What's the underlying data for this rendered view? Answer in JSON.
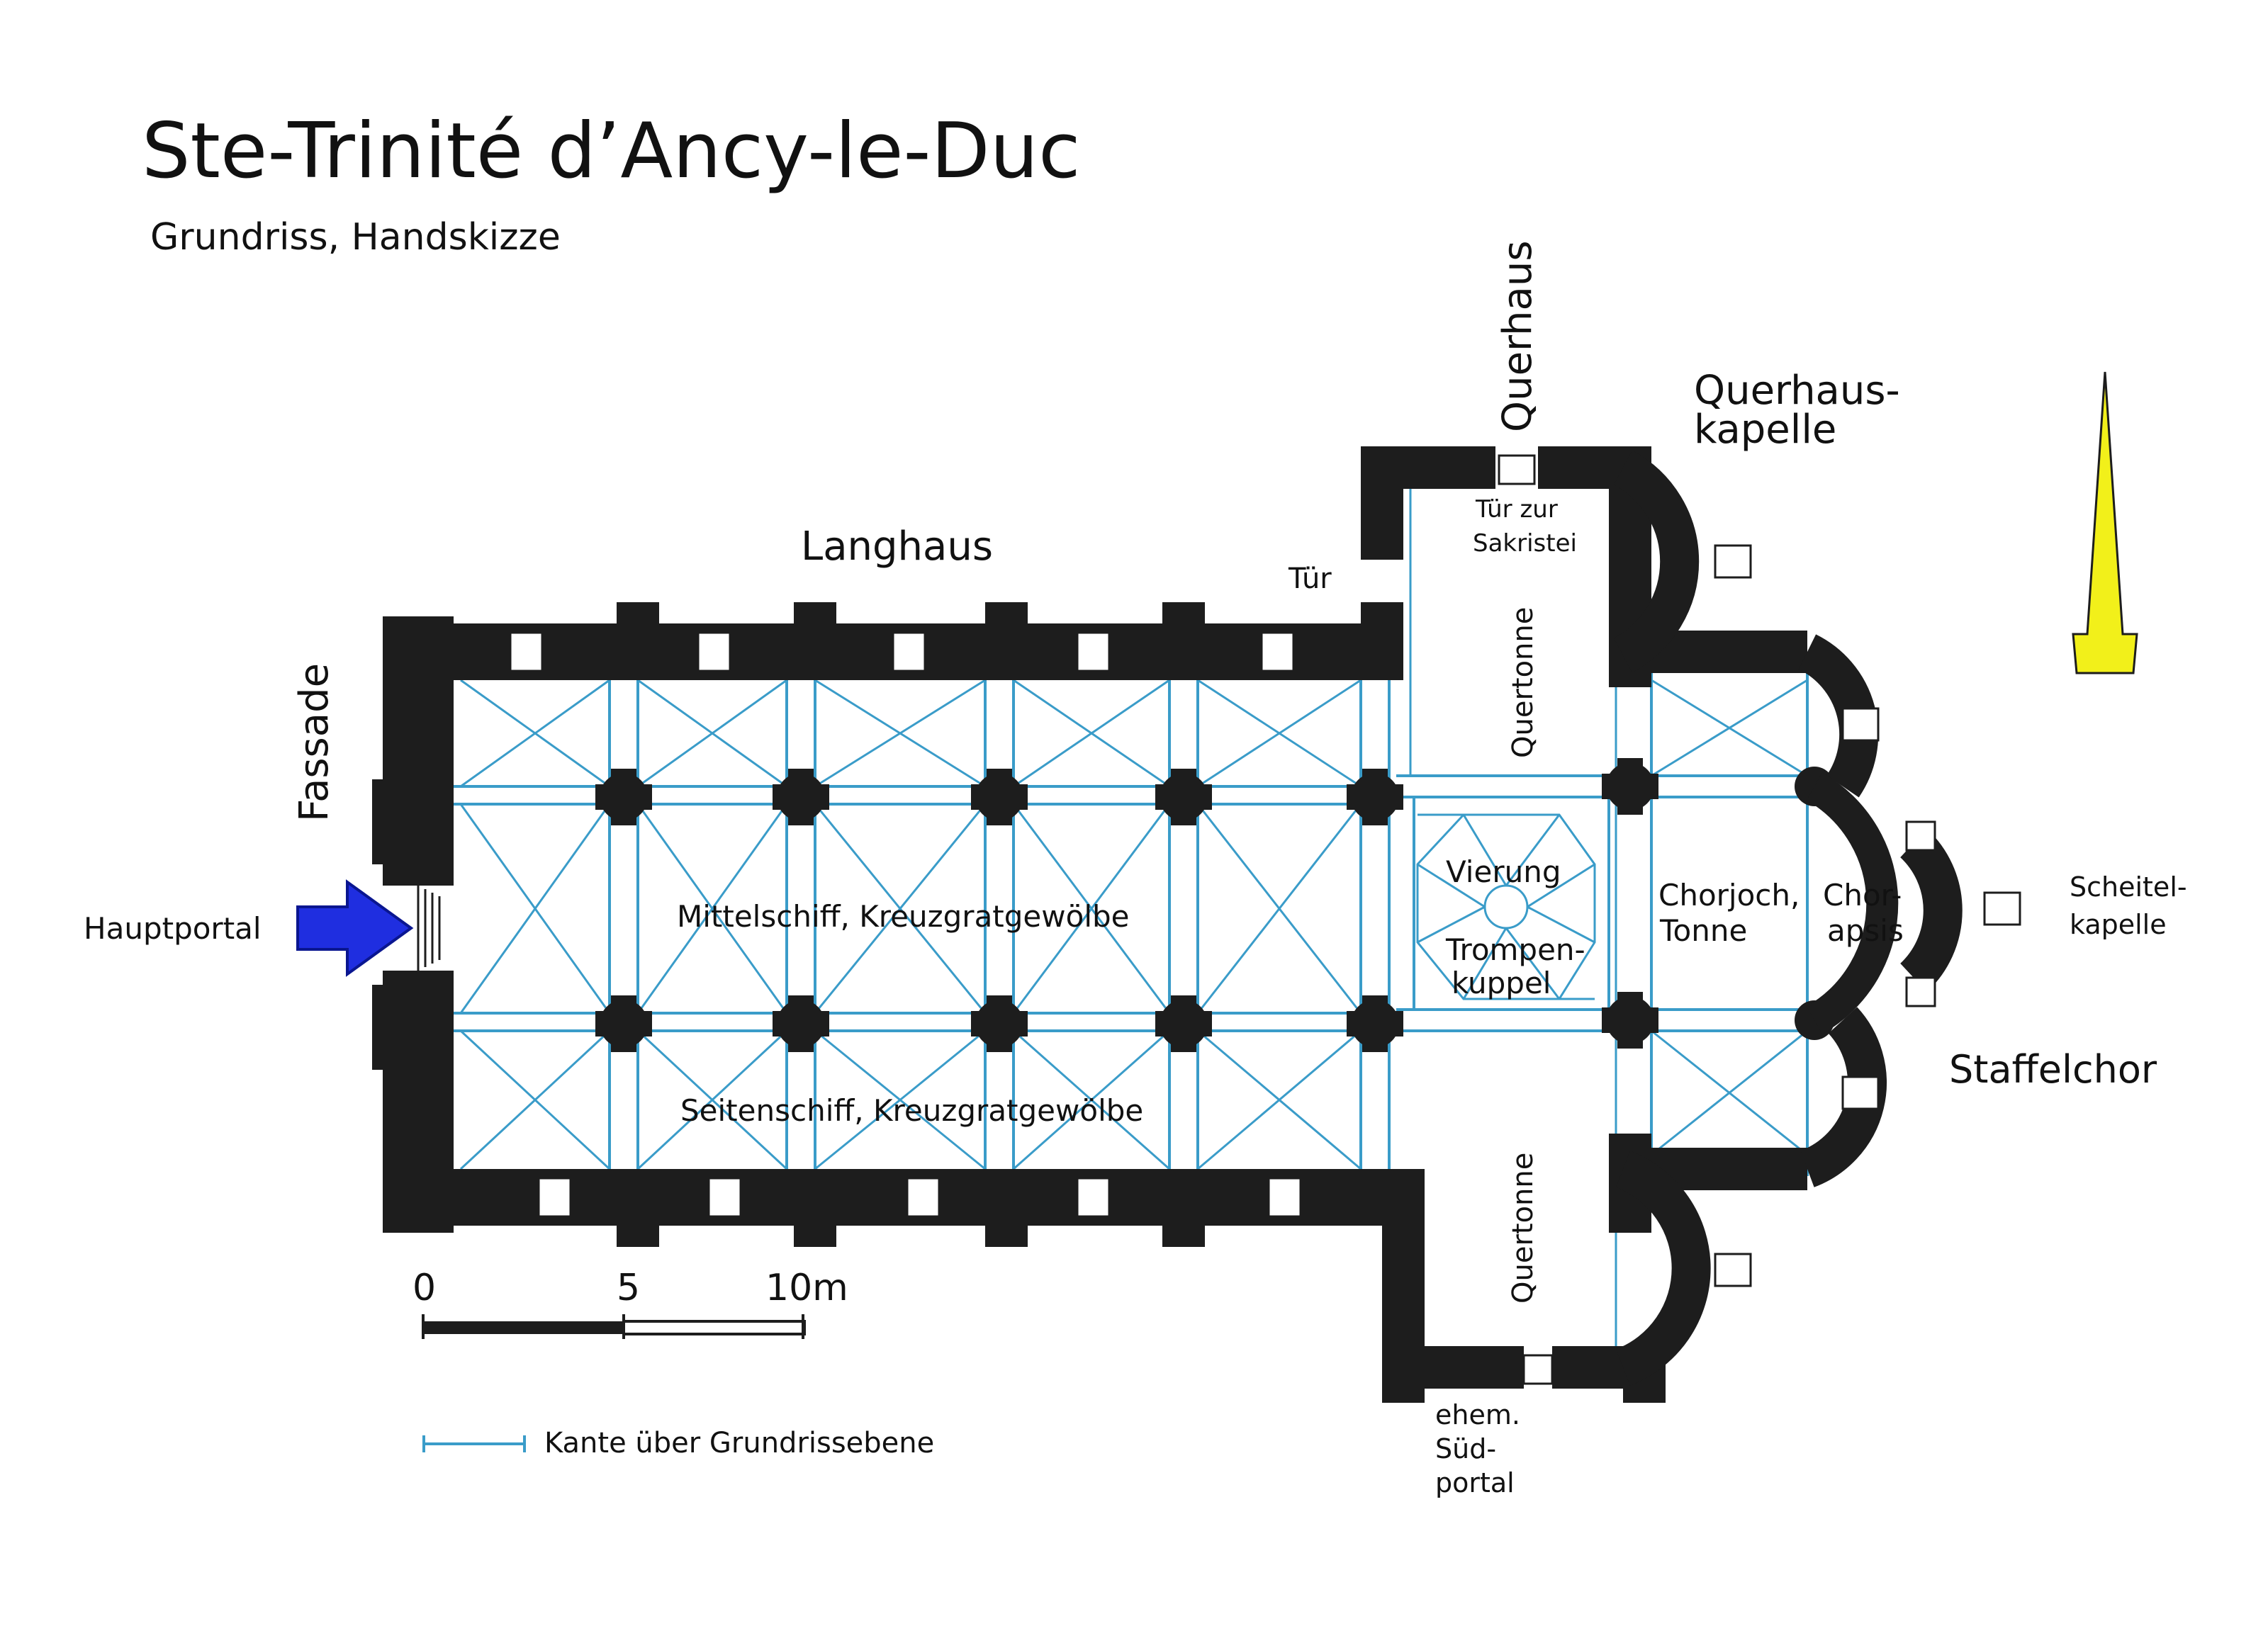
{
  "title": "Ste-Trinité d’Ancy-le-Duc",
  "subtitle": "Grundriss, Handskizze",
  "labels": {
    "langhaus": "Langhaus",
    "querhaus": "Querhaus",
    "querhaus_kapelle_1": "Querhaus-",
    "querhaus_kapelle_2": "kapelle",
    "fassade": "Fassade",
    "hauptportal": "Hauptportal",
    "tuer": "Tür",
    "tuer_sakristei_1": "Tür zur",
    "tuer_sakristei_2": "Sakristei",
    "quertonne_north": "Quertonne",
    "quertonne_south": "Quertonne",
    "vierung": "Vierung",
    "trompen_1": "Trompen-",
    "trompen_2": "kuppel",
    "mittelschiff": "Mittelschiff, Kreuzgratgewölbe",
    "seitenschiff": "Seitenschiff, Kreuzgratgewölbe",
    "chorjoch_1": "Chorjoch,",
    "chorjoch_2": "Tonne",
    "chorapsis_1": "Chor-",
    "chorapsis_2": "apsis",
    "scheitel_1": "Scheitel-",
    "scheitel_2": "kapelle",
    "staffelchor": "Staffelchor",
    "suedportal_1": "ehem.",
    "suedportal_2": "Süd-",
    "suedportal_3": "portal"
  },
  "scale": {
    "tick_0": "0",
    "tick_5": "5",
    "tick_10": "10m"
  },
  "legend": {
    "label": "Kante über Grundrissebene",
    "color": "#3a9cc9"
  },
  "colors": {
    "wall": "#1d1d1d",
    "rib": "#3a9cc9",
    "entrance_arrow": "#1f2ee0",
    "north_arrow": "#f2f01a"
  },
  "icons": {
    "entrance": "arrow-right-icon",
    "north": "north-arrow-icon"
  }
}
